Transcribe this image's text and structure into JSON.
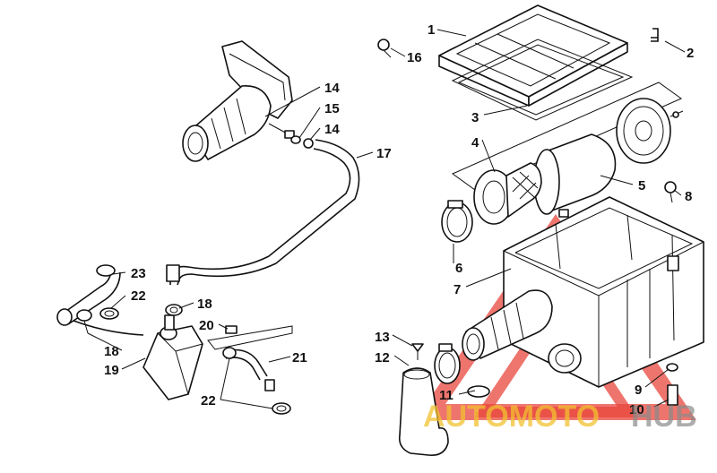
{
  "labels": {
    "p1": "1",
    "p2": "2",
    "p3": "3",
    "p4": "4",
    "p5": "5",
    "p6": "6",
    "p7": "7",
    "p8": "8",
    "p9": "9",
    "p10": "10",
    "p11": "11",
    "p12": "12",
    "p13": "13",
    "p14a": "14",
    "p14b": "14",
    "p15": "15",
    "p16": "16",
    "p17": "17",
    "p18a": "18",
    "p18b": "18",
    "p19": "19",
    "p20": "20",
    "p21": "21",
    "p22a": "22",
    "p22b": "22",
    "p23": "23"
  },
  "watermark": {
    "auto": "AUTOMOTO",
    "hub": "HUB",
    "accent_color": "#e8473c",
    "auto_color": "#f2c230",
    "hub_color": "#8a8a8a"
  }
}
